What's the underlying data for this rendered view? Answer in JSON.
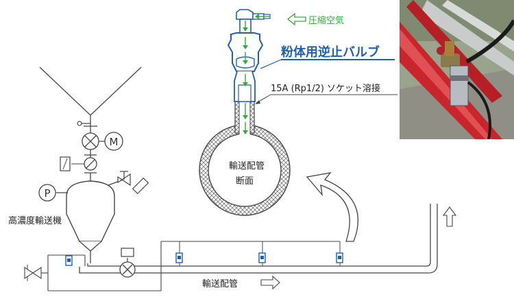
{
  "labels": {
    "compressed_air": "圧縮空気",
    "valve_title": "粉体用逆止バルブ",
    "socket_weld": "15A (Rp1/2) ソケット溶接",
    "pipe_section_line1": "輸送配管",
    "pipe_section_line2": "断面",
    "conveyor": "高濃度輸送機",
    "transport_pipe": "輸送配管",
    "motor": "M",
    "pressure": "P"
  },
  "colors": {
    "valve_blue": "#1f5fae",
    "air_green": "#3aa53a",
    "pipe_red": "#c8262c",
    "line": "#333333"
  },
  "icons": [
    "right-arrow-outline-icon",
    "left-arrow-outline-icon",
    "up-arrow-outline-icon",
    "curved-arrow-icon",
    "check-valve-icon",
    "motor-icon"
  ]
}
